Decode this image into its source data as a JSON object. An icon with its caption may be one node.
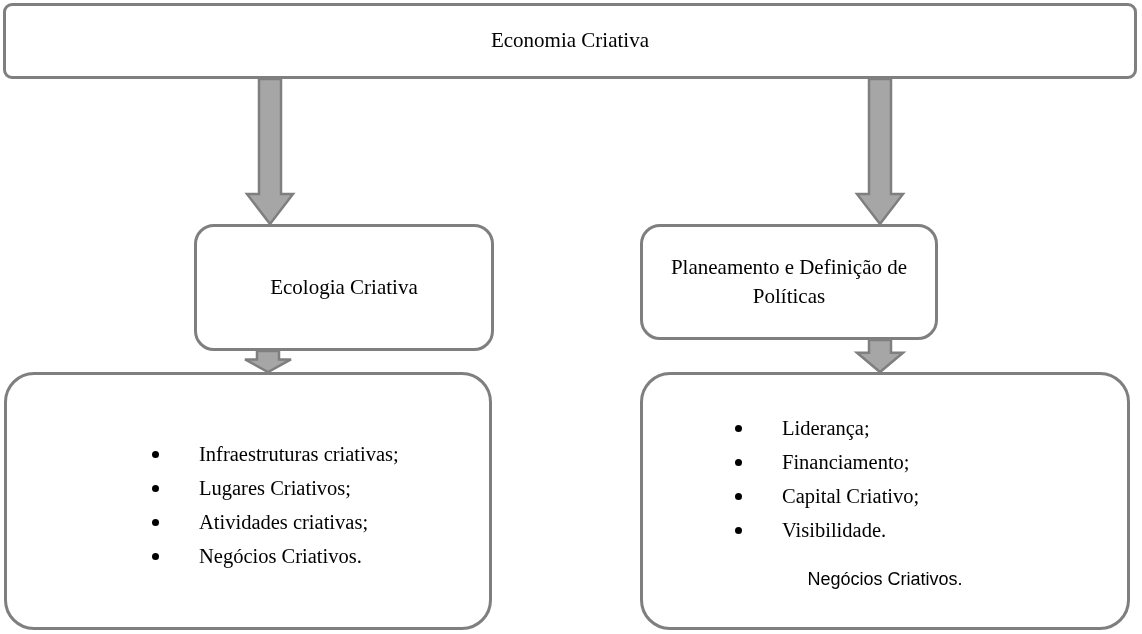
{
  "diagram": {
    "nodes": [
      {
        "text": [
          "Economia Criativa"
        ]
      },
      {
        "text": [
          "Ecologia Criativa"
        ]
      },
      {
        "text": [
          "Planeamento e Definição de Políticas"
        ]
      },
      {
        "text": [
          "Infraestruturas criativas;",
          "Lugares Criativos;",
          "Atividades criativas;",
          "Negócios Criativos."
        ]
      },
      {
        "text": [
          "Liderança;",
          "Financiamento;",
          "Capital Criativo;",
          "Visibilidade.",
          "Negócios Criativos."
        ]
      }
    ],
    "edges": [
      {
        "from": 0,
        "to": 1,
        "arrow": "to",
        "style": "thick"
      },
      {
        "from": 0,
        "to": 2,
        "arrow": "to",
        "style": "thick"
      },
      {
        "from": 1,
        "to": 3,
        "arrow": "to",
        "style": "thick"
      },
      {
        "from": 2,
        "to": 4,
        "arrow": "to",
        "style": "thick"
      }
    ]
  }
}
